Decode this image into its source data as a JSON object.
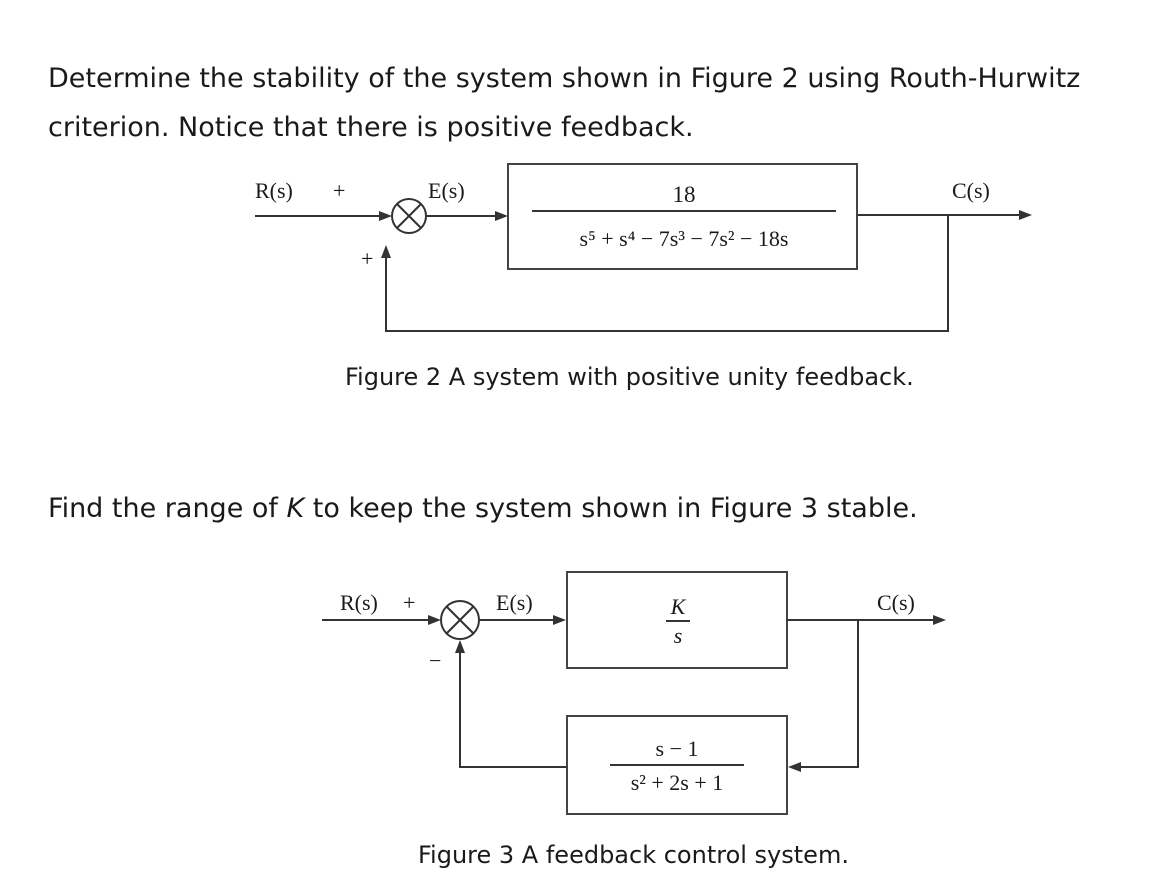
{
  "question1": {
    "line1": "Determine the stability of the system shown in Figure 2 using Routh-Hurwitz",
    "line2": "criterion. Notice that there is positive feedback."
  },
  "figure2": {
    "input_label": "R(s)",
    "sum_plus_top": "+",
    "sum_plus_bottom": "+",
    "error_label": "E(s)",
    "tf_numerator": "18",
    "tf_denominator": "s⁵ + s⁴ − 7s³ − 7s² − 18s",
    "output_label": "C(s)",
    "caption": "Figure 2 A system with positive unity feedback."
  },
  "question2": {
    "prefix": "Find the range of ",
    "variable": "K",
    "suffix": " to keep the system shown in Figure 3 stable."
  },
  "figure3": {
    "input_label": "R(s)",
    "sum_plus": "+",
    "sum_minus": "−",
    "error_label": "E(s)",
    "forward_numerator": "K",
    "forward_denominator": "s",
    "feedback_numerator": "s − 1",
    "feedback_denominator": "s² + 2s + 1",
    "output_label": "C(s)",
    "caption": "Figure 3 A feedback control system."
  }
}
